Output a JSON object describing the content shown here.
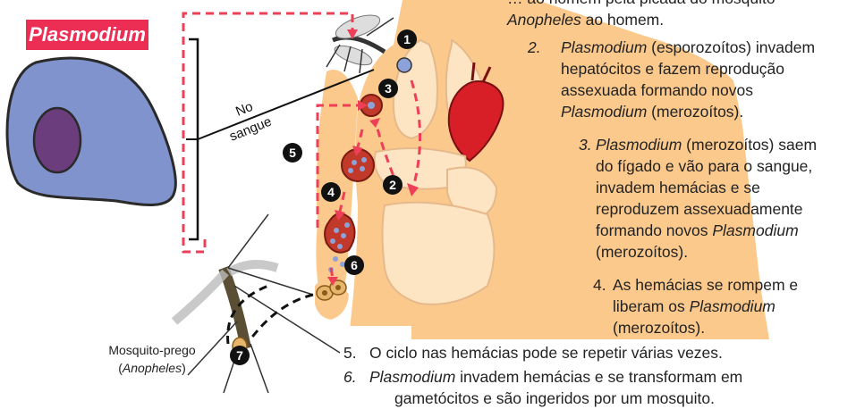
{
  "title_label": "Plasmodium",
  "blood_label": {
    "line1": "No",
    "line2": "sangue"
  },
  "step_numbers": [
    "1",
    "2",
    "3",
    "4",
    "5",
    "6",
    "7"
  ],
  "mosquito_label": {
    "line1": "Mosquito-prego",
    "paren_open": "(",
    "name": "Anopheles",
    "paren_close": ")"
  },
  "steps": {
    "s1": {
      "line1_a": "… ao homem pela picada do mosquito",
      "line2_a": "Anopheles",
      "line2_b": " ao homem."
    },
    "s2": {
      "num": "2.",
      "l1_a": "Plasmodium",
      "l1_b": " (esporozoítos) invadem",
      "l2": "hepatócitos e fazem reprodução",
      "l3": "assexuada formando novos",
      "l4_a": "Plasmodium",
      "l4_b": " (merozoítos)."
    },
    "s3": {
      "num": "3.",
      "l1_a": "Plasmodium",
      "l1_b": " (merozoítos) saem",
      "l2": "do fígado e vão para o  sangue,",
      "l3": "invadem hemácias e se",
      "l4": "reproduzem assexuadamente",
      "l5_a": "formando novos ",
      "l5_b": "Plasmodium",
      "l6": "(merozoítos)."
    },
    "s4": {
      "num": "4.",
      "l1": "As hemácias se rompem e",
      "l2_a": "liberam os ",
      "l2_b": "Plasmodium",
      "l3": "(merozoítos)."
    },
    "s5": {
      "num": "5.",
      "l1": "O ciclo nas hemácias pode se repetir várias vezes."
    },
    "s6": {
      "num": "6.",
      "l1_a": "Plasmodium",
      "l1_b": " invadem hemácias e se transformam em",
      "l2": "gametócitos e são ingeridos por um mosquito."
    }
  },
  "colors": {
    "accent": "#ec2e55",
    "skin": "#fbc98c",
    "cell": "#7f8fc9",
    "nucleus": "#6d3d7c",
    "arrow": "#ee3f58"
  }
}
